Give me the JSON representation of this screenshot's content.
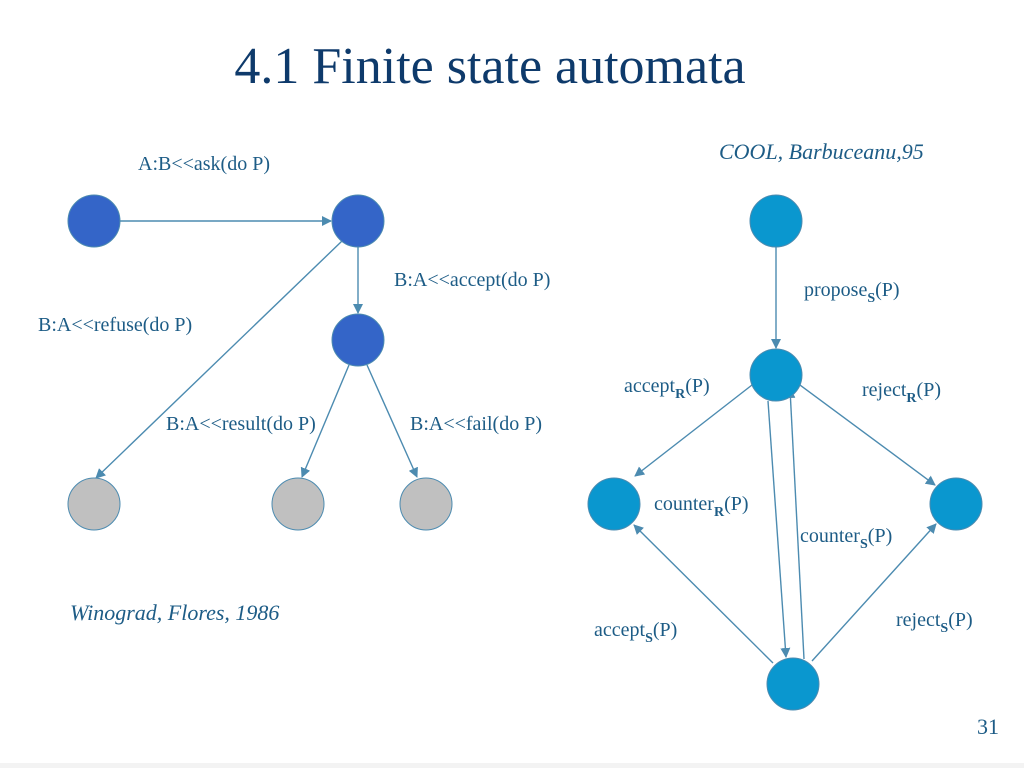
{
  "title": "4.1 Finite state automata",
  "left_diagram": {
    "citation": "Winograd, Flores, 1986",
    "labels": {
      "ask": "A:B<<ask(do P)",
      "accept": "B:A<<accept(do P)",
      "refuse": "B:A<<refuse(do P)",
      "result": "B:A<<result(do P)",
      "fail": "B:A<<fail(do P)"
    },
    "colors": {
      "active": "#3465c8",
      "final": "#c0c0c0"
    }
  },
  "right_diagram": {
    "citation": "COOL, Barbuceanu,95",
    "labels": {
      "propose": {
        "base": "propose",
        "sub": "S",
        "arg": "(P)"
      },
      "accept_r": {
        "base": "accept",
        "sub": "R",
        "arg": "(P)"
      },
      "reject_r": {
        "base": "reject",
        "sub": "R",
        "arg": "(P)"
      },
      "counter_r": {
        "base": "counter",
        "sub": "R",
        "arg": "(P)"
      },
      "counter_s": {
        "base": "counter",
        "sub": "S",
        "arg": "(P)"
      },
      "accept_s": {
        "base": "accept",
        "sub": "S",
        "arg": "(P)"
      },
      "reject_s": {
        "base": "reject",
        "sub": "S",
        "arg": "(P)"
      }
    },
    "colors": {
      "state": "#0a97cf"
    }
  },
  "page_number": "31"
}
